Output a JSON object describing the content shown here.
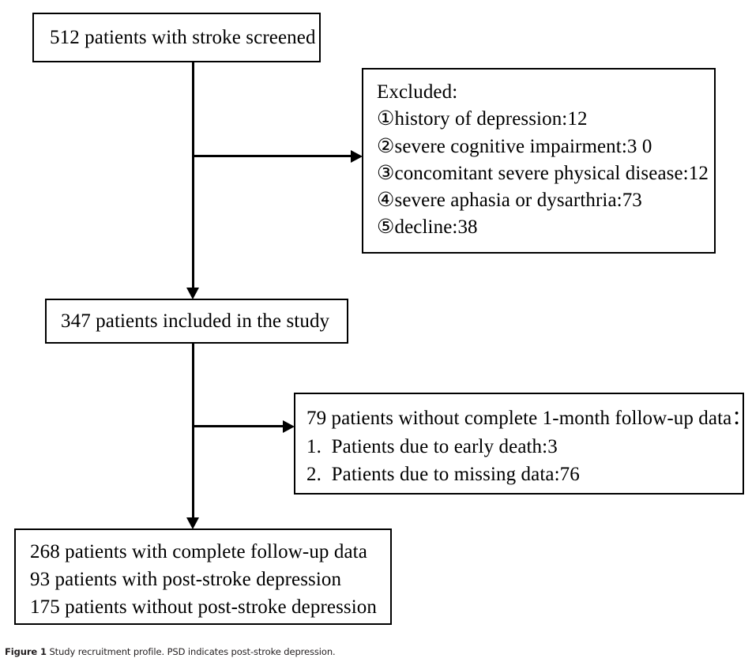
{
  "figure": {
    "caption_label": "Figure 1",
    "caption_text": "Study recruitment profile. PSD indicates post-stroke depression.",
    "line_color": "#000000",
    "background_color": "#ffffff"
  },
  "nodes": {
    "screened": {
      "lines": [
        "512 patients with stroke screened"
      ]
    },
    "excluded": {
      "lines": [
        "Excluded:",
        "①history of depression:12",
        "②severe cognitive impairment:3 0",
        "③concomitant severe physical disease:12",
        "④severe aphasia or dysarthria:73",
        "⑤decline:38"
      ]
    },
    "included": {
      "lines": [
        "347 patients included in the study"
      ]
    },
    "incomplete_followup": {
      "lines": [
        "79 patients without complete 1-month follow-up data：",
        "1.  Patients due to early death:3",
        "2.  Patients due to missing data:76"
      ]
    },
    "complete_followup": {
      "lines": [
        "268 patients with complete follow-up data",
        "93 patients with post-stroke depression",
        "175 patients without post-stroke depression"
      ]
    }
  },
  "edges": {
    "screened_to_included": "down-arrow",
    "screened_to_excluded": "right-arrow",
    "included_to_complete": "down-arrow",
    "included_to_incomplete": "right-arrow"
  }
}
